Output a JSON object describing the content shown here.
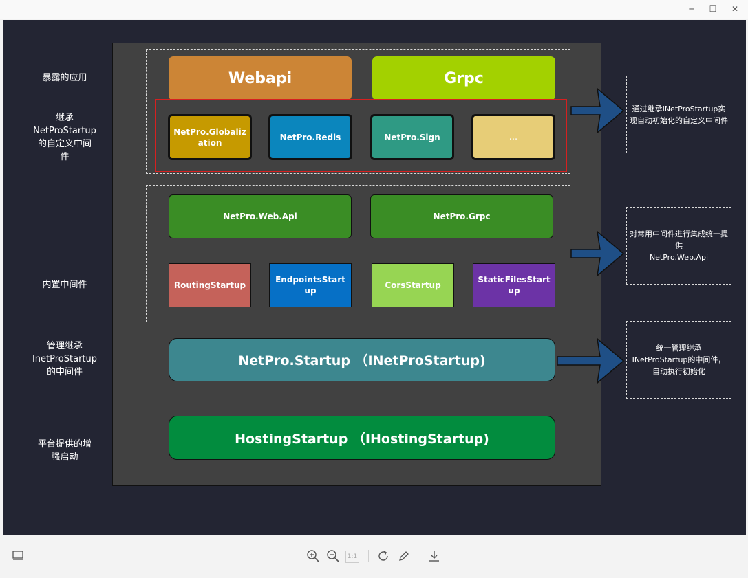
{
  "window": {
    "minimize_glyph": "─",
    "maximize_glyph": "☐",
    "close_glyph": "✕"
  },
  "side_labels": {
    "exposed_apps": "暴露的应用",
    "inherit_custom": "继承\nNetProStartup\n的自定义中间\n件",
    "builtin": "内置中间件",
    "manage_inherit": "管理继承\nInetProStartup\n的中间件",
    "platform": "平台提供的增\n强启动"
  },
  "apps": {
    "webapi": "Webapi",
    "grpc": "Grpc"
  },
  "custom_middleware": {
    "globalization": "NetPro.Globalization",
    "redis": "NetPro.Redis",
    "sign": "NetPro.Sign",
    "more": "..."
  },
  "builtin_middleware": {
    "web_api": "NetPro.Web.Api",
    "grpc": "NetPro.Grpc",
    "routing": "RoutingStartup",
    "endpoints": "EndpointsStartup",
    "cors": "CorsStartup",
    "static_files": "StaticFilesStartup"
  },
  "startup": {
    "netpro": "NetPro.Startup （INetProStartup)",
    "hosting": "HostingStartup （IHostingStartup)"
  },
  "notes": {
    "auto_init": "通过继承INetProStartup实现自动初始化的自定义中间件",
    "integrate": "对常用中间件进行集成统一提供\nNetPro.Web.Api",
    "unified": "统一管理继承INetProStartup的中间件，自动执行初始化"
  },
  "colors": {
    "background": "#232533",
    "panel": "#414141",
    "webapi": "#cc8536",
    "grpc": "#a3d100",
    "globalization": "#c69a00",
    "redis": "#0b86bd",
    "sign": "#2f9a84",
    "more": "#e7cd77",
    "web_api": "#3a8d25",
    "routing": "#c5625a",
    "endpoints": "#0670c6",
    "cors": "#97d553",
    "static_files": "#6c33a6",
    "netpro_startup": "#3d878f",
    "hosting": "#028c3e",
    "arrow": "#1f4f86",
    "red_outline": "#d62020"
  },
  "toolbar": {
    "layout_icon": "layout-icon",
    "zoom_in_icon": "zoom-in-icon",
    "zoom_out_icon": "zoom-out-icon",
    "actual_size_label": "1:1",
    "rotate_icon": "rotate-icon",
    "edit_icon": "pencil-icon",
    "download_icon": "download-icon"
  }
}
